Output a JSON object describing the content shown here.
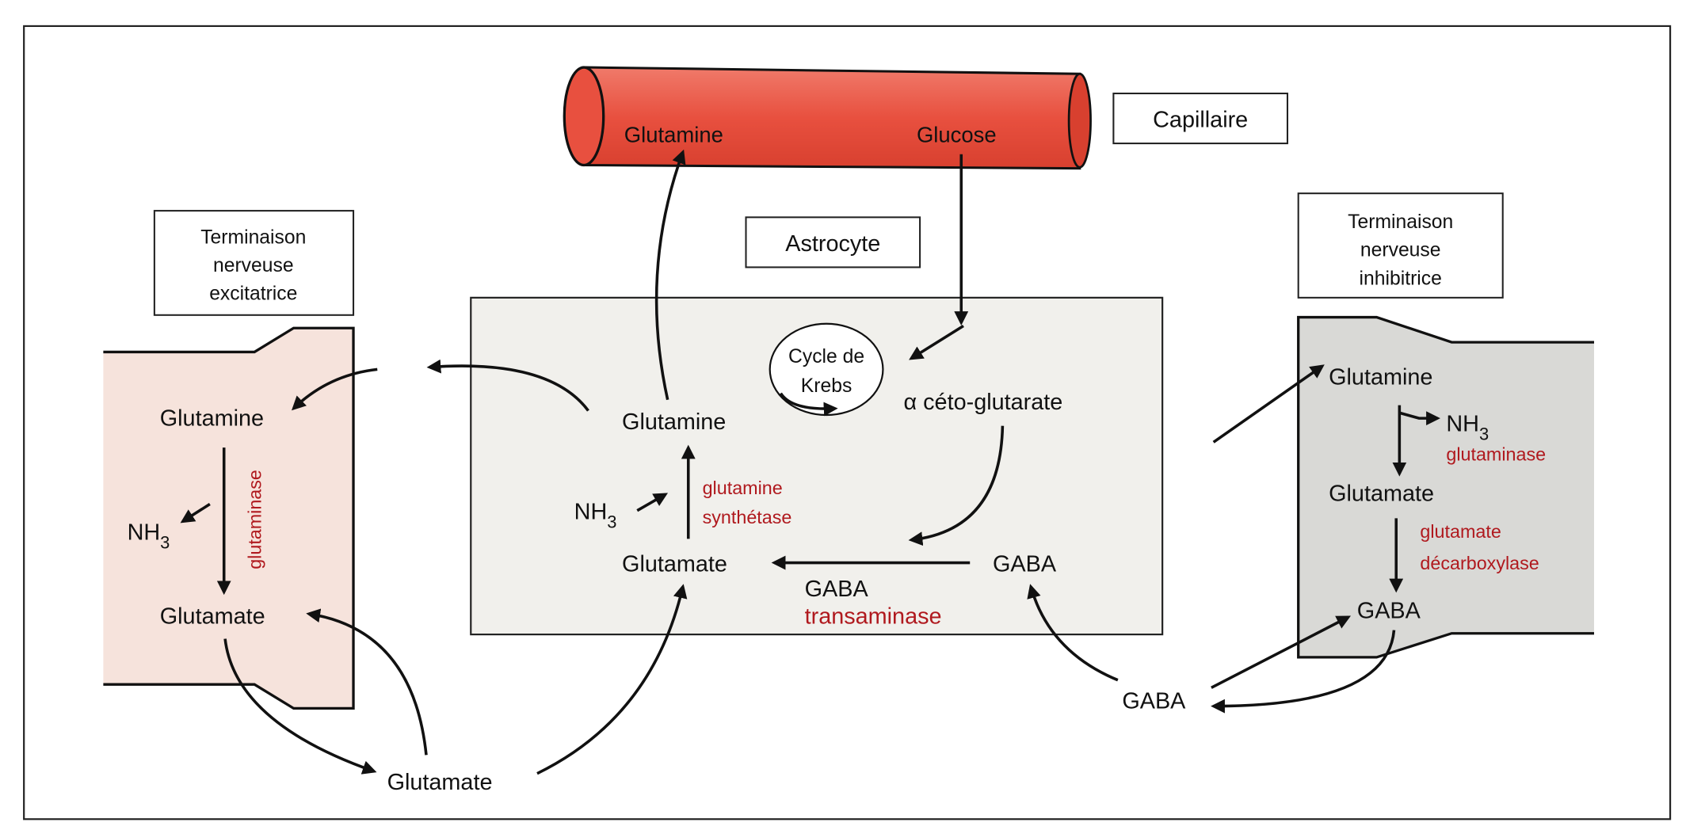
{
  "capillary": {
    "label": "Capillaire",
    "glutamine": "Glutamine",
    "glucose": "Glucose"
  },
  "astrocyte": {
    "label": "Astrocyte",
    "krebs_line1": "Cycle de",
    "krebs_line2": "Krebs",
    "alpha_keto": "α céto-glutarate",
    "glutamine": "Glutamine",
    "glutamate": "Glutamate",
    "gaba": "GABA",
    "nh3": "NH",
    "nh3_sub": "3",
    "enzyme_gs_line1": "glutamine",
    "enzyme_gs_line2": "synthétase",
    "enzyme_gt_line1": "GABA",
    "enzyme_gt_line2": "transaminase"
  },
  "excitatory": {
    "label_line1": "Terminaison",
    "label_line2": "nerveuse",
    "label_line3": "excitatrice",
    "glutamine": "Glutamine",
    "glutamate": "Glutamate",
    "nh3": "NH",
    "nh3_sub": "3",
    "enzyme": "glutaminase"
  },
  "inhibitory": {
    "label_line1": "Terminaison",
    "label_line2": "nerveuse",
    "label_line3": "inhibitrice",
    "glutamine": "Glutamine",
    "glutamate": "Glutamate",
    "gaba": "GABA",
    "nh3": "NH",
    "nh3_sub": "3",
    "enzyme1": "glutaminase",
    "enzyme2_line1": "glutamate",
    "enzyme2_line2": "décarboxylase"
  },
  "extracellular": {
    "glutamate": "Glutamate",
    "gaba": "GABA"
  },
  "colors": {
    "enzyme_text": "#b0191e",
    "capillary_fill": "#e8503f",
    "excitatory_fill": "#f6e3dc",
    "inhibitory_fill": "#d9d9d6",
    "astrocyte_fill": "#f1f0ec"
  }
}
